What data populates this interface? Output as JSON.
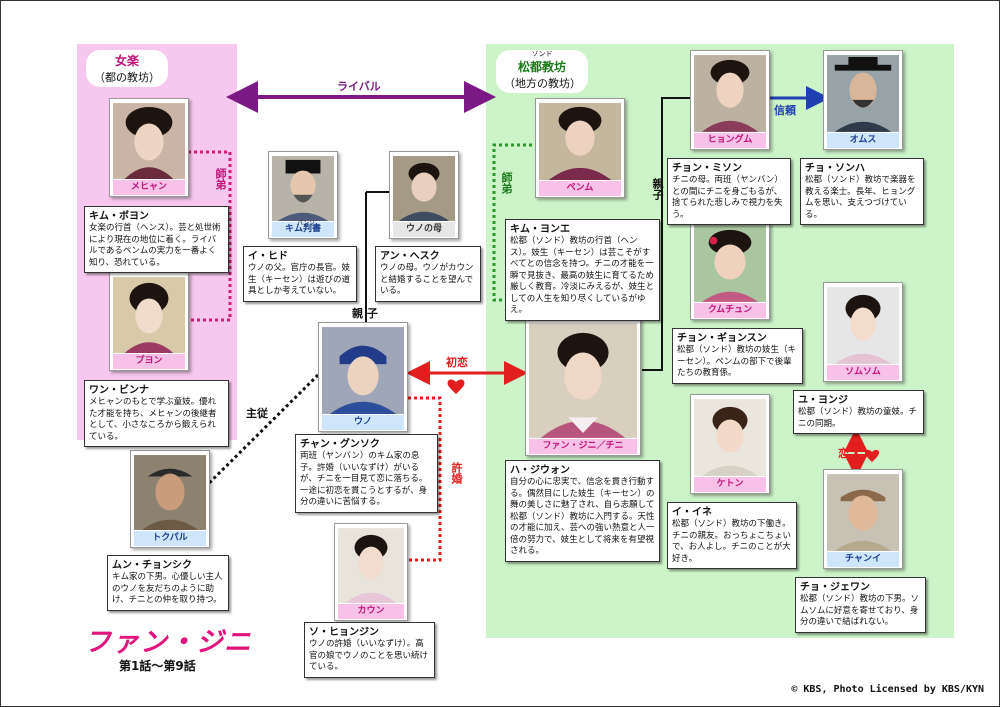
{
  "colors": {
    "pink_zone": "#f7c8ef",
    "green_zone": "#cdf3c9",
    "rival": "#7b1a84",
    "love": "#e31e1e",
    "trust": "#1f3fb3",
    "dotted_pink": "#d81b7b",
    "dotted_green": "#2a9a2a"
  },
  "zones": {
    "pink": {
      "title": "女楽",
      "subtitle": "（都の教坊）"
    },
    "green": {
      "ruby": "ソンド",
      "title": "松都教坊",
      "subtitle": "（地方の教坊）"
    }
  },
  "relations": {
    "rival": "ライバル",
    "mentor_left": "師弟",
    "mentor_right": "師弟",
    "parent_child_center": "親 子",
    "parent_child_right": "親子",
    "first_love": "初恋",
    "master_servant": "主従",
    "engaged": "許婚",
    "trust": "信頼",
    "love": "恋"
  },
  "characters": {
    "mehyan": {
      "plate": "メヒャン",
      "name": "キム・ボヨン",
      "text": "女楽の行首（ヘンス）。芸と処世術により現在の地位に着く。ライバルであるペンムの実力を一番よく知り、恐れている。"
    },
    "puyon": {
      "plate": "プヨン",
      "name": "ワン・ビンナ",
      "text": "メヒャンのもとで学ぶ童妓。優れた才能を持ち、メヒャンの後継者として、小さなころから鍛えられている。"
    },
    "kim_pansho": {
      "plate": "キム判書",
      "plate_ruby": "パンソ",
      "name": "イ・ヒド",
      "text": "ウノの父。官庁の長官。妓生（キーセン）は遊びの道具としか考えていない。"
    },
    "uno_mother": {
      "plate": "ウノの母",
      "name": "アン・ヘスク",
      "text": "ウノの母。ウノがカウンと結婚することを望んでいる。"
    },
    "uno": {
      "plate": "ウノ",
      "name": "チャン・グンソク",
      "text": "両班（ヤンバン）のキム家の息子。許婚（いいなずけ）がいるが、チニを一目見て恋に落ちる。一途に初恋を貫こうとするが、身分の違いに苦悩する。"
    },
    "tokubaru": {
      "plate": "トクパル",
      "name": "ムン・チョンシク",
      "text": "キム家の下男。心優しい主人のウノを友だちのように助け、チニとの仲を取り持つ。"
    },
    "kaun": {
      "plate": "カウン",
      "name": "ソ・ヒョンジン",
      "text": "ウノの許婚（いいなずけ）。高官の娘でウノのことを思い続けている。"
    },
    "penmu": {
      "plate": "ペンム",
      "name": "キム・ヨンエ",
      "text": "松都（ソンド）教坊の行首（ヘンス）。妓生（キーセン）は芸こそがすべてとの信念を持つ。チニの才能を一瞬で見抜き、最高の妓生に育てるため厳しく教育。冷淡にみえるが、妓生としての人生を知り尽くしているがゆえ。"
    },
    "jini": {
      "plate": "ファン・ジニ／チニ",
      "name": "ハ・ジウォン",
      "text": "自分の心に忠実で、信念を貫き行動する。偶然目にした妓生（キーセン）の舞の美しさに魅了され、自ら志願して松都（ソンド）教坊に入門する。天性の才能に加え、芸への強い熱意と人一倍の努力で、妓生として将来を有望視される。"
    },
    "hyongumu": {
      "plate": "ヒョングム",
      "name": "チョン・ミソン",
      "text": "チニの母。両班（ヤンバン）との間にチニを身ごもるが、捨てられた悲しみで視力を失う。"
    },
    "omusu": {
      "plate": "オムス",
      "name": "チョ・ソンハ",
      "text": "松都（ソンド）教坊で楽器を教える楽士。長年、ヒョングムを思い、支えつづけている。"
    },
    "kumuchun": {
      "plate": "クムチュン",
      "name": "チョン・ギョンスン",
      "text": "松都（ソンド）教坊の妓生（キーセン）。ペンムの部下で後輩たちの教育係。"
    },
    "somusomu": {
      "plate": "ソムソム",
      "name": "ユ・ヨンジ",
      "text": "松都（ソンド）教坊の童妓。チニの同期。"
    },
    "keton": {
      "plate": "ケトン",
      "name": "イ・イネ",
      "text": "松都（ソンド）教坊の下働き。チニの親友。おっちょこちょいで、お人よし。チニのことが大好き。"
    },
    "chanyi": {
      "plate": "チャンイ",
      "name": "チョ・ジェワン",
      "text": "松都（ソンド）教坊の下男。ソムソムに好意を寄せており、身分の違いで結ばれない。"
    }
  },
  "footer": {
    "logo": "ファン・ジニ",
    "episodes": "第1話〜第9話",
    "copyright": "© KBS, Photo Licensed by KBS/KYN"
  }
}
